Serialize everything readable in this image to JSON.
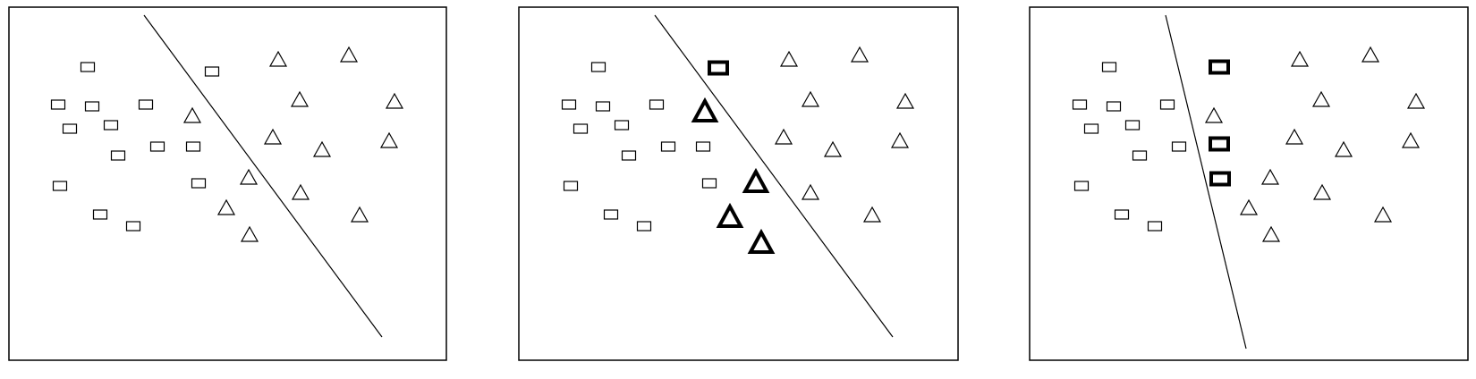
{
  "colors": {
    "background": "#ffffff",
    "stroke": "#000000"
  },
  "panels": [
    {
      "name": "panel-1",
      "boundary": [
        [
          161,
          17
        ],
        [
          427,
          377
        ]
      ],
      "rects": [
        [
          98,
          75
        ],
        [
          65,
          117
        ],
        [
          103,
          119
        ],
        [
          163,
          117
        ],
        [
          78,
          144
        ],
        [
          124,
          140
        ],
        [
          132,
          174
        ],
        [
          176,
          164
        ],
        [
          216,
          164
        ],
        [
          237,
          80
        ],
        [
          67,
          208
        ],
        [
          222,
          205
        ],
        [
          112,
          240
        ],
        [
          149,
          253
        ]
      ],
      "triangles": [
        [
          311,
          66
        ],
        [
          390,
          61
        ],
        [
          335,
          111
        ],
        [
          441,
          113
        ],
        [
          215,
          129
        ],
        [
          305,
          153
        ],
        [
          360,
          167
        ],
        [
          435,
          157
        ],
        [
          278,
          198
        ],
        [
          336,
          215
        ],
        [
          253,
          232
        ],
        [
          402,
          240
        ],
        [
          279,
          262
        ]
      ],
      "bold_rects": [],
      "bold_triangles": []
    },
    {
      "name": "panel-2",
      "boundary": [
        [
          732,
          17
        ],
        [
          998,
          377
        ]
      ],
      "rects": [
        [
          669,
          75
        ],
        [
          636,
          117
        ],
        [
          674,
          119
        ],
        [
          734,
          117
        ],
        [
          649,
          144
        ],
        [
          695,
          140
        ],
        [
          703,
          174
        ],
        [
          747,
          164
        ],
        [
          786,
          164
        ],
        [
          638,
          208
        ],
        [
          793,
          205
        ],
        [
          683,
          240
        ],
        [
          720,
          253
        ]
      ],
      "triangles": [
        [
          882,
          66
        ],
        [
          961,
          61
        ],
        [
          906,
          111
        ],
        [
          1012,
          113
        ],
        [
          876,
          153
        ],
        [
          931,
          167
        ],
        [
          1006,
          157
        ],
        [
          906,
          215
        ],
        [
          975,
          240
        ]
      ],
      "bold_rects": [
        [
          803,
          76
        ]
      ],
      "bold_triangles": [
        [
          788,
          124
        ],
        [
          845,
          203
        ],
        [
          816,
          242
        ],
        [
          851,
          271
        ]
      ]
    },
    {
      "name": "panel-3",
      "boundary": [
        [
          1303,
          17
        ],
        [
          1393,
          390
        ]
      ],
      "rects": [
        [
          1240,
          75
        ],
        [
          1207,
          117
        ],
        [
          1245,
          119
        ],
        [
          1305,
          117
        ],
        [
          1220,
          144
        ],
        [
          1266,
          140
        ],
        [
          1274,
          174
        ],
        [
          1318,
          164
        ],
        [
          1209,
          208
        ],
        [
          1254,
          240
        ],
        [
          1291,
          253
        ]
      ],
      "triangles": [
        [
          1453,
          66
        ],
        [
          1532,
          61
        ],
        [
          1477,
          111
        ],
        [
          1583,
          113
        ],
        [
          1357,
          129
        ],
        [
          1447,
          153
        ],
        [
          1502,
          167
        ],
        [
          1577,
          157
        ],
        [
          1420,
          198
        ],
        [
          1478,
          215
        ],
        [
          1396,
          232
        ],
        [
          1546,
          240
        ],
        [
          1421,
          262
        ]
      ],
      "bold_rects": [
        [
          1363,
          75
        ],
        [
          1363,
          161
        ],
        [
          1364,
          200
        ]
      ],
      "bold_triangles": []
    }
  ]
}
